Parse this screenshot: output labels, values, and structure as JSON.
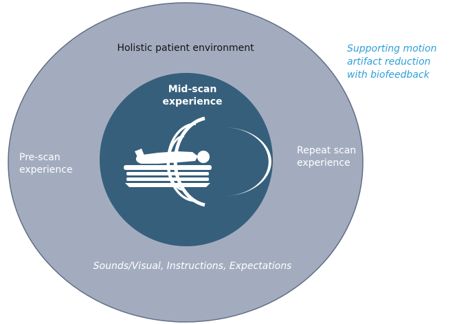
{
  "diagram": {
    "outer_ring": {
      "title": "Holistic patient environment",
      "left_label_lines": [
        "Pre-scan",
        "experience"
      ],
      "right_label_lines": [
        "Repeat scan",
        "experience"
      ],
      "bottom_caption": "Sounds/Visual, Instructions, Expectations"
    },
    "inner_circle": {
      "label_lines": [
        "Mid-scan",
        "experience"
      ],
      "icon": "mri-scanner-icon"
    },
    "side_note_lines": [
      "Supporting motion",
      "artifact reduction",
      "with biofeedback"
    ]
  },
  "colors": {
    "outer_ring_fill": "#a3acbf",
    "outer_ring_stroke": "#606d82",
    "inner_circle_fill": "#365f7c",
    "icon_color": "#ffffff",
    "side_note_text": "#2e9fd6"
  }
}
